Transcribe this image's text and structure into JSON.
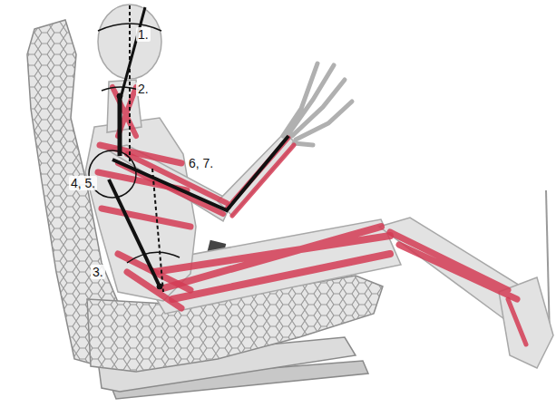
{
  "diagram": {
    "labels": [
      "1.",
      "2.",
      "3.",
      "4, 5.",
      "6, 7."
    ]
  }
}
